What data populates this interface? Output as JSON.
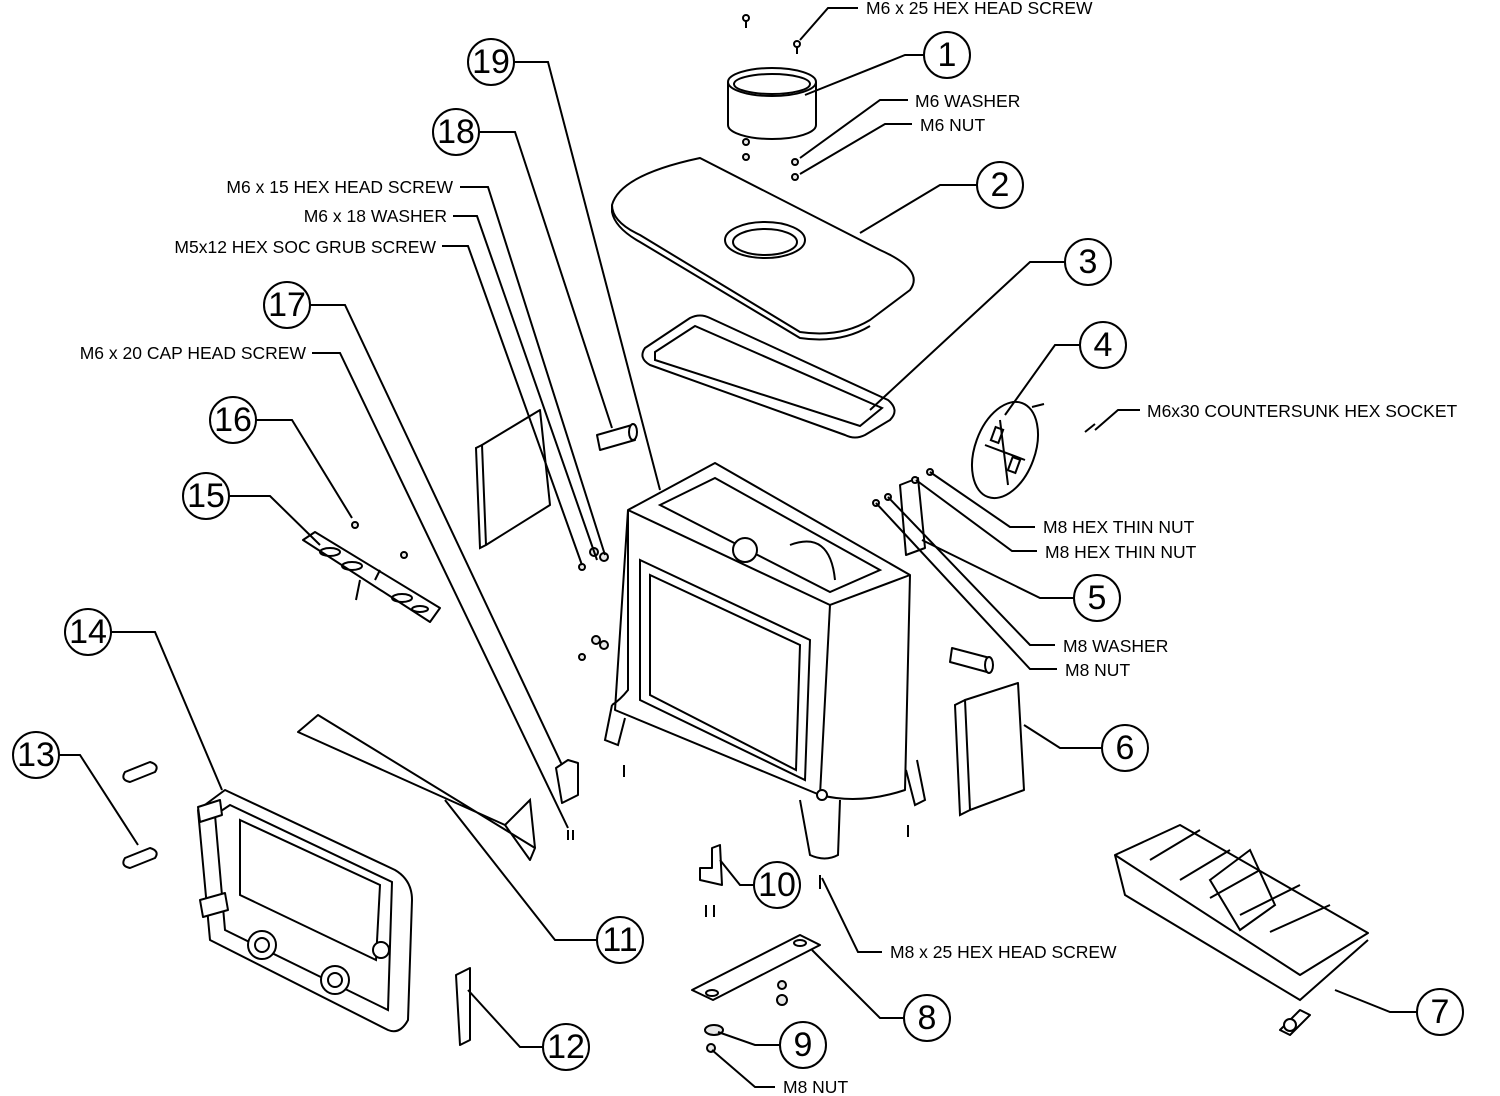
{
  "balloons": [
    {
      "n": "1"
    },
    {
      "n": "2"
    },
    {
      "n": "3"
    },
    {
      "n": "4"
    },
    {
      "n": "5"
    },
    {
      "n": "6"
    },
    {
      "n": "7"
    },
    {
      "n": "8"
    },
    {
      "n": "9"
    },
    {
      "n": "10"
    },
    {
      "n": "11"
    },
    {
      "n": "12"
    },
    {
      "n": "13"
    },
    {
      "n": "14"
    },
    {
      "n": "15"
    },
    {
      "n": "16"
    },
    {
      "n": "17"
    },
    {
      "n": "18"
    },
    {
      "n": "19"
    }
  ],
  "labels": {
    "m6x25": "M6 x 25 HEX HEAD SCREW",
    "m6washer": "M6 WASHER",
    "m6nut": "M6 NUT",
    "m6x15": "M6 x 15 HEX HEAD SCREW",
    "m6x18": "M6 x 18 WASHER",
    "m5x12": "M5x12 HEX SOC GRUB SCREW",
    "m6x20": "M6 x 20 CAP HEAD SCREW",
    "m6x30": "M6x30 COUNTERSUNK HEX SOCKET",
    "m8thin1": "M8 HEX THIN NUT",
    "m8thin2": "M8 HEX THIN NUT",
    "m8washer": "M8 WASHER",
    "m8nut": "M8 NUT",
    "m8x25": "M8 x 25 HEX HEAD SCREW",
    "m8nut2": "M8 NUT"
  }
}
